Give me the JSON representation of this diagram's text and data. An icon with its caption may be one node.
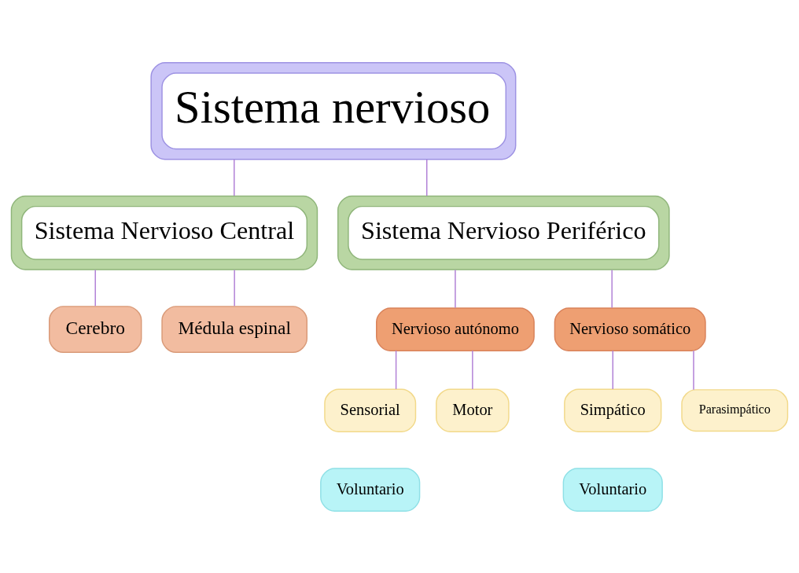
{
  "diagram": {
    "nodes": [
      {
        "text": [
          "Sistema nervioso"
        ]
      },
      {
        "text": [
          "Sistema Nervioso Central"
        ]
      },
      {
        "text": [
          "Sistema Nervioso Periférico"
        ]
      },
      {
        "text": [
          "Cerebro"
        ]
      },
      {
        "text": [
          "Médula espinal"
        ]
      },
      {
        "text": [
          "Nervioso autónomo"
        ]
      },
      {
        "text": [
          "Nervioso somático"
        ]
      },
      {
        "text": [
          "Sensorial"
        ]
      },
      {
        "text": [
          "Motor"
        ]
      },
      {
        "text": [
          "Simpático"
        ]
      },
      {
        "text": [
          "Parasimpático"
        ]
      },
      {
        "text": [
          "Voluntario"
        ]
      },
      {
        "text": [
          "Voluntario"
        ]
      }
    ],
    "edges": [
      {
        "from": 0,
        "to": 1,
        "arrow": "none"
      },
      {
        "from": 0,
        "to": 2,
        "arrow": "none"
      },
      {
        "from": 1,
        "to": 3,
        "arrow": "none"
      },
      {
        "from": 1,
        "to": 4,
        "arrow": "none"
      },
      {
        "from": 2,
        "to": 5,
        "arrow": "none"
      },
      {
        "from": 2,
        "to": 6,
        "arrow": "none"
      },
      {
        "from": 5,
        "to": 7,
        "arrow": "none"
      },
      {
        "from": 5,
        "to": 8,
        "arrow": "none"
      },
      {
        "from": 6,
        "to": 9,
        "arrow": "none"
      },
      {
        "from": 6,
        "to": 10,
        "arrow": "none"
      }
    ]
  }
}
